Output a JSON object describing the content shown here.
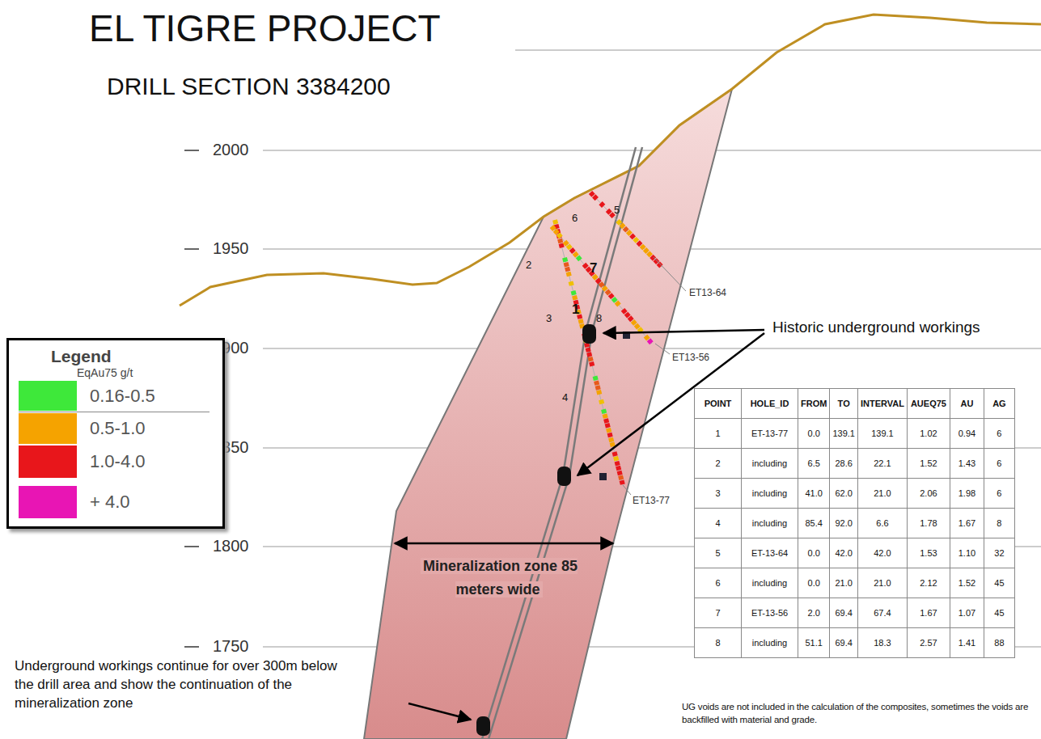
{
  "diagram": {
    "title": "EL TIGRE PROJECT",
    "nodes": [
      {
        "text": [
          "Mineralization zone 85 meters wide"
        ]
      }
    ],
    "labels": [
      "DRILL SECTION 3384200",
      "2000",
      "1950",
      "1900",
      "1850",
      "1800",
      "1750",
      "1",
      "2",
      "3",
      "4",
      "5",
      "6",
      "7",
      "8",
      "ET13-64",
      "ET13-56",
      "ET13-77",
      "Historic underground workings",
      "Underground workings continue for over 300m below the drill area and show the continuation of the mineralization zone",
      "Legend",
      "EqAu75 g/t",
      "POINT",
      "HOLE_ID",
      "FROM",
      "TO",
      "INTERVAL",
      "AUEQ75",
      "AU",
      "AG",
      "1",
      "ET-13-77",
      "0.0",
      "139.1",
      "139.1",
      "1.02",
      "0.94",
      "6",
      "2",
      "including",
      "6.5",
      "28.6",
      "22.1",
      "1.52",
      "1.43",
      "6",
      "3",
      "including",
      "41.0",
      "62.0",
      "21.0",
      "2.06",
      "1.98",
      "6",
      "4",
      "including",
      "85.4",
      "92.0",
      "6.6",
      "1.78",
      "1.67",
      "8",
      "5",
      "ET-13-64",
      "0.0",
      "42.0",
      "42.0",
      "1.53",
      "1.10",
      "32",
      "6",
      "including",
      "0.0",
      "21.0",
      "21.0",
      "2.12",
      "1.52",
      "45",
      "7",
      "ET-13-56",
      "2.0",
      "69.4",
      "67.4",
      "1.67",
      "1.07",
      "45",
      "8",
      "including",
      "51.1",
      "69.4",
      "18.3",
      "2.57",
      "1.41",
      "88",
      "UG voids are not included in the calculation of the composites, sometimes the voids are backfilled with material and grade."
    ],
    "legend": [
      {
        "text": "0.16-0.5",
        "color": "#3ee83a"
      },
      {
        "text": "0.5-1.0",
        "color": "#f5a300"
      },
      {
        "text": "1.0-4.0",
        "color": "#e8161b"
      },
      {
        "text": "+ 4.0",
        "color": "#e815b4"
      }
    ]
  }
}
